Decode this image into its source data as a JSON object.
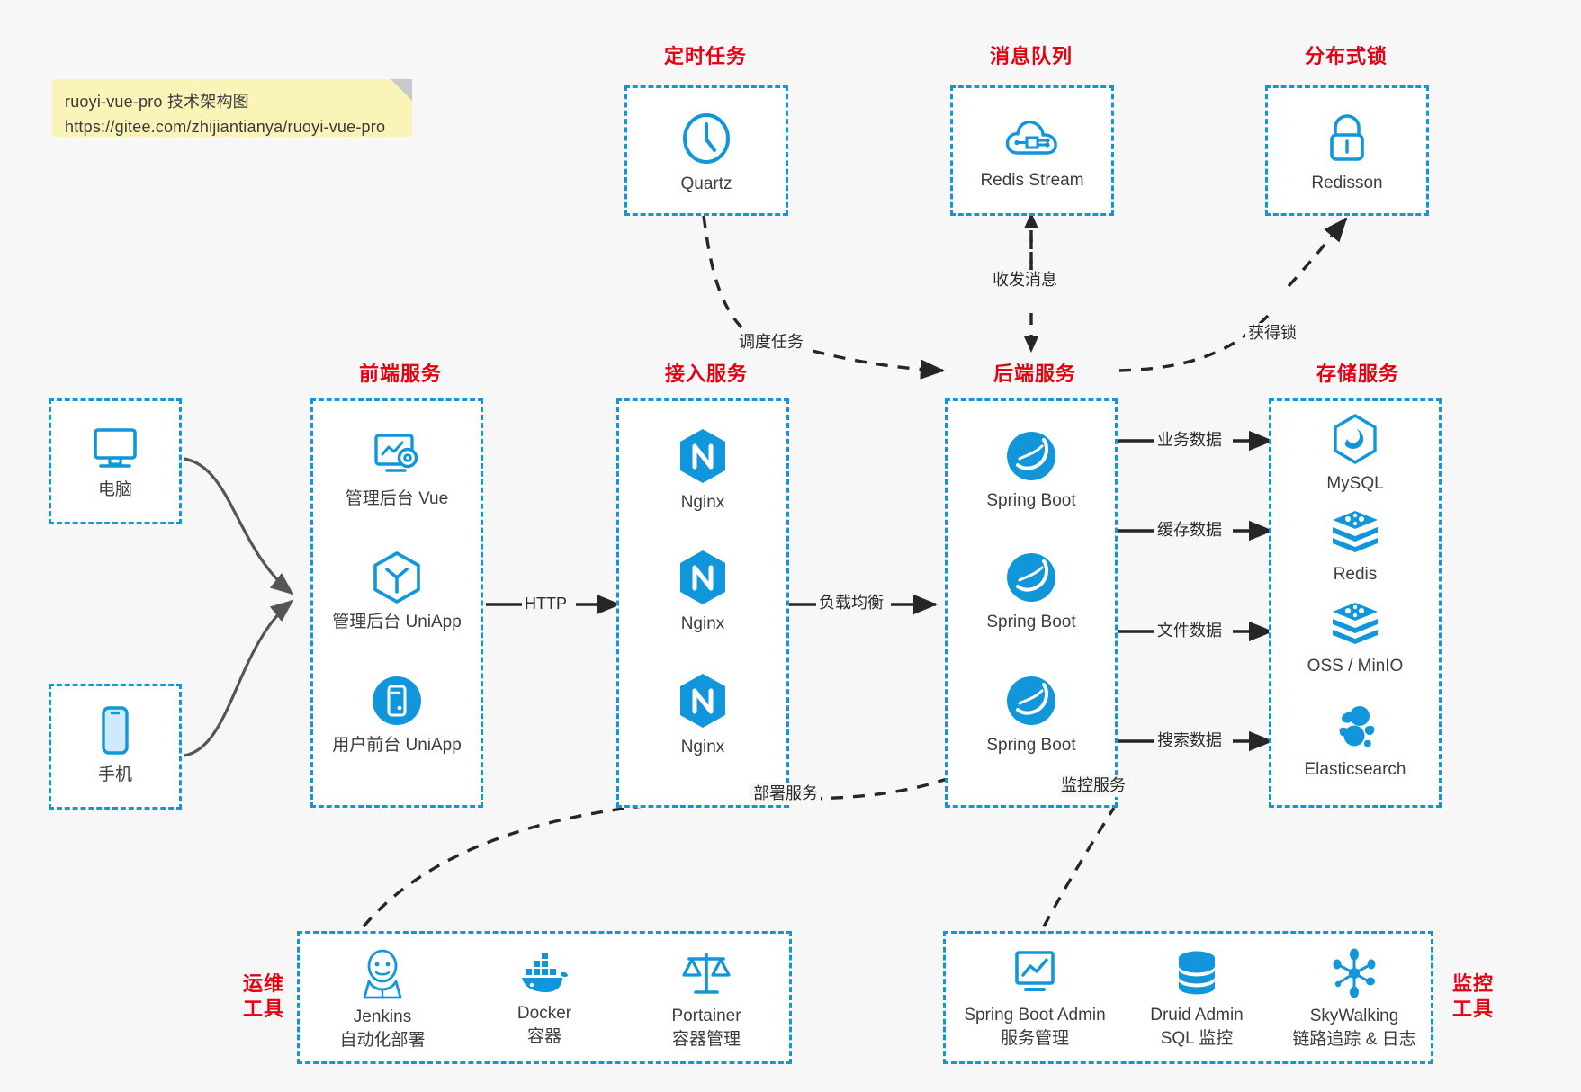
{
  "note": {
    "line1": "ruoyi-vue-pro 技术架构图",
    "line2": "https://gitee.com/zhijiantianya/ruoyi-vue-pro"
  },
  "colors": {
    "accent_blue": "#1296db",
    "caption_red": "#e60012",
    "arrow_dark": "#262626",
    "curve_gray": "#595959",
    "note_yellow": "#fbf4b8",
    "canvas": "#f7f7f7"
  },
  "captions": {
    "scheduled_task": "定时任务",
    "message_queue": "消息队列",
    "distributed_lock": "分布式锁",
    "frontend_service": "前端服务",
    "gateway_service": "接入服务",
    "backend_service": "后端服务",
    "storage_service": "存储服务",
    "ops_tools_l1": "运维",
    "ops_tools_l2": "工具",
    "monitor_tools_l1": "监控",
    "monitor_tools_l2": "工具"
  },
  "clients": [
    {
      "label": "电脑",
      "icon": "desktop-computer-icon"
    },
    {
      "label": "手机",
      "icon": "mobile-phone-icon"
    }
  ],
  "top_row": [
    {
      "label": "Quartz",
      "icon": "clock-icon"
    },
    {
      "label": "Redis Stream",
      "icon": "cloud-stream-icon"
    },
    {
      "label": "Redisson",
      "icon": "padlock-icon"
    }
  ],
  "frontend": [
    {
      "label": "管理后台 Vue",
      "icon": "dashboard-screen-icon"
    },
    {
      "label": "管理后台 UniApp",
      "icon": "hexagon-cube-icon"
    },
    {
      "label": "用户前台 UniApp",
      "icon": "mobile-app-circle-icon"
    }
  ],
  "gateway": [
    {
      "label": "Nginx",
      "icon": "nginx-icon"
    },
    {
      "label": "Nginx",
      "icon": "nginx-icon"
    },
    {
      "label": "Nginx",
      "icon": "nginx-icon"
    }
  ],
  "backend": [
    {
      "label": "Spring Boot",
      "icon": "spring-boot-icon"
    },
    {
      "label": "Spring Boot",
      "icon": "spring-boot-icon"
    },
    {
      "label": "Spring Boot",
      "icon": "spring-boot-icon"
    }
  ],
  "storage": [
    {
      "label": "MySQL",
      "icon": "mysql-dolphin-icon"
    },
    {
      "label": "Redis",
      "icon": "redis-stack-icon"
    },
    {
      "label": "OSS / MinIO",
      "icon": "redis-stack-icon"
    },
    {
      "label": "Elasticsearch",
      "icon": "elasticsearch-icon"
    }
  ],
  "ops_tools": [
    {
      "label": "Jenkins",
      "sub": "自动化部署",
      "icon": "jenkins-butler-icon"
    },
    {
      "label": "Docker",
      "sub": "容器",
      "icon": "docker-whale-icon"
    },
    {
      "label": "Portainer",
      "sub": "容器管理",
      "icon": "scales-balance-icon"
    }
  ],
  "monitor_tools": [
    {
      "label": "Spring Boot Admin",
      "sub": "服务管理",
      "icon": "monitor-chart-icon"
    },
    {
      "label": "Druid Admin",
      "sub": "SQL 监控",
      "icon": "database-cylinder-icon"
    },
    {
      "label": "SkyWalking",
      "sub": "链路追踪 & 日志",
      "icon": "network-nodes-icon"
    }
  ],
  "edges": {
    "http": "HTTP",
    "load_balance": "负载均衡",
    "schedule_task": "调度任务",
    "send_receive_message": "收发消息",
    "acquire_lock": "获得锁",
    "business_data": "业务数据",
    "cache_data": "缓存数据",
    "file_data": "文件数据",
    "search_data": "搜索数据",
    "deploy_service": "部署服务",
    "monitor_service": "监控服务"
  }
}
